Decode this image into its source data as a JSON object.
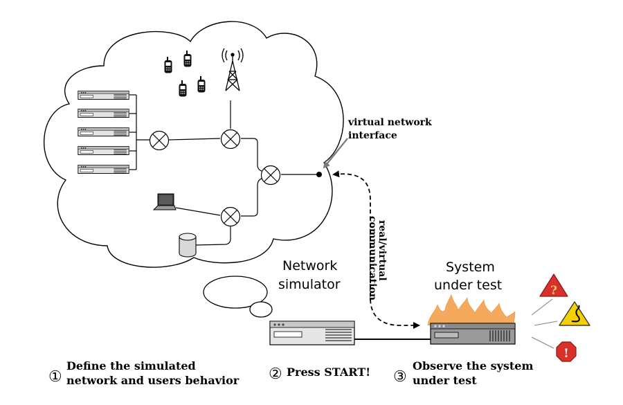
{
  "labels": {
    "virtual_interface_line1": "virtual network",
    "virtual_interface_line2": "interface",
    "communication_line1": "real/virtual",
    "communication_line2": "communication",
    "network_simulator_line1": "Network",
    "network_simulator_line2": "simulator",
    "sut_line1": "System",
    "sut_line2": "under test"
  },
  "steps": [
    {
      "number": "①",
      "line1": "Define the simulated",
      "line2": "network and users behavior"
    },
    {
      "number": "②",
      "line1": "Press START!",
      "line2": ""
    },
    {
      "number": "③",
      "line1": "Observe the system",
      "line2": "under test"
    }
  ],
  "icons": {
    "router": "router-icon",
    "server": "server-icon",
    "phone": "mobile-phone-icon",
    "tower": "antenna-tower-icon",
    "laptop": "laptop-icon",
    "database": "database-icon",
    "fire": "fire-icon",
    "question": "question-warning-icon",
    "snake": "snake-warning-icon",
    "error": "error-stop-icon"
  },
  "colors": {
    "fire": "#f5a95c",
    "warning_red": "#d9302a",
    "warning_yellow": "#f5d000",
    "server_gray": "#d9d9d9"
  }
}
